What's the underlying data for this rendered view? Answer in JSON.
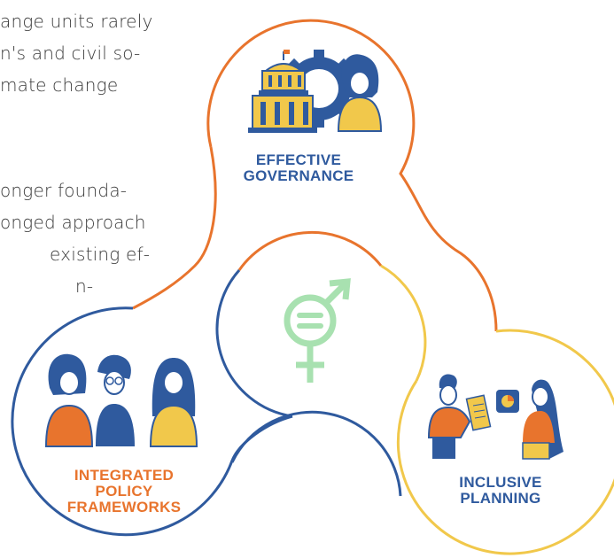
{
  "body_text": {
    "lines": [
      "ange units rarely",
      "n's and civil so-",
      "mate change",
      "onger founda-",
      "onged approach",
      "existing ef-",
      "n-"
    ]
  },
  "colors": {
    "governance": "#e8742d",
    "planning": "#f1c84b",
    "policy": "#2f5a9e",
    "gender_symbol": "#a8e1b0",
    "label_governance": "#2f5a9e",
    "label_planning": "#2f5a9e",
    "label_policy": "#e8742d"
  },
  "nodes": {
    "governance": {
      "label_line1": "EFFECTIVE",
      "label_line2": "GOVERNANCE"
    },
    "policy": {
      "label_line1": "INTEGRATED",
      "label_line2": "POLICY",
      "label_line3": "FRAMEWORKS"
    },
    "planning": {
      "label_line1": "INCLUSIVE",
      "label_line2": "PLANNING"
    }
  },
  "icons": {
    "center": "gender-equality-symbol-icon",
    "governance": "government-building-gear-woman-icon",
    "policy": "three-people-group-icon",
    "planning": "two-people-planning-document-icon"
  }
}
